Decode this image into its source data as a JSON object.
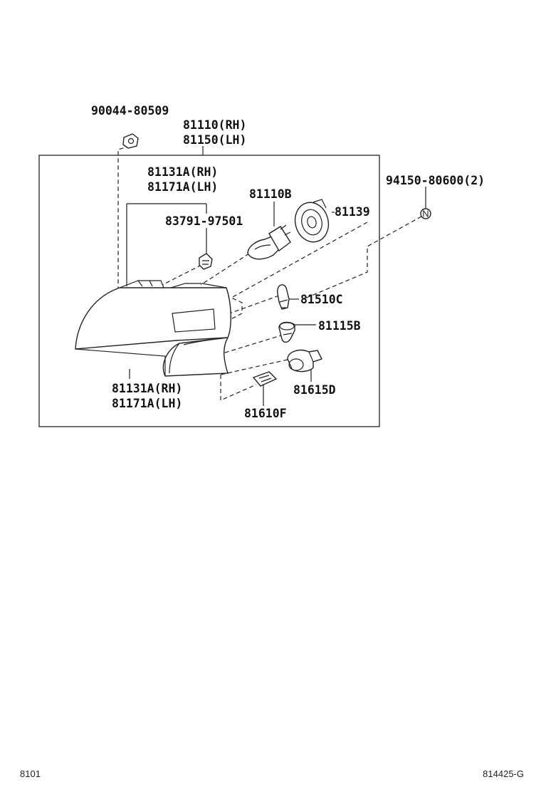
{
  "labels": {
    "bolt": "90044-80509",
    "unit_rh": "81110(RH)",
    "unit_lh": "81150(LH)",
    "lens_top_rh": "81131A(RH)",
    "lens_top_lh": "81171A(LH)",
    "bulb": "81110B",
    "cap": "81139",
    "clip": "83791-97501",
    "screw": "94150-80600(2)",
    "n_marker": "N",
    "small_bulb": "81510C",
    "socket": "81115B",
    "socket2": "81615D",
    "wedge": "81610F",
    "lens_bot_rh": "81131A(RH)",
    "lens_bot_lh": "81171A(LH)"
  },
  "footer": {
    "left": "8101",
    "right": "814425-G"
  }
}
